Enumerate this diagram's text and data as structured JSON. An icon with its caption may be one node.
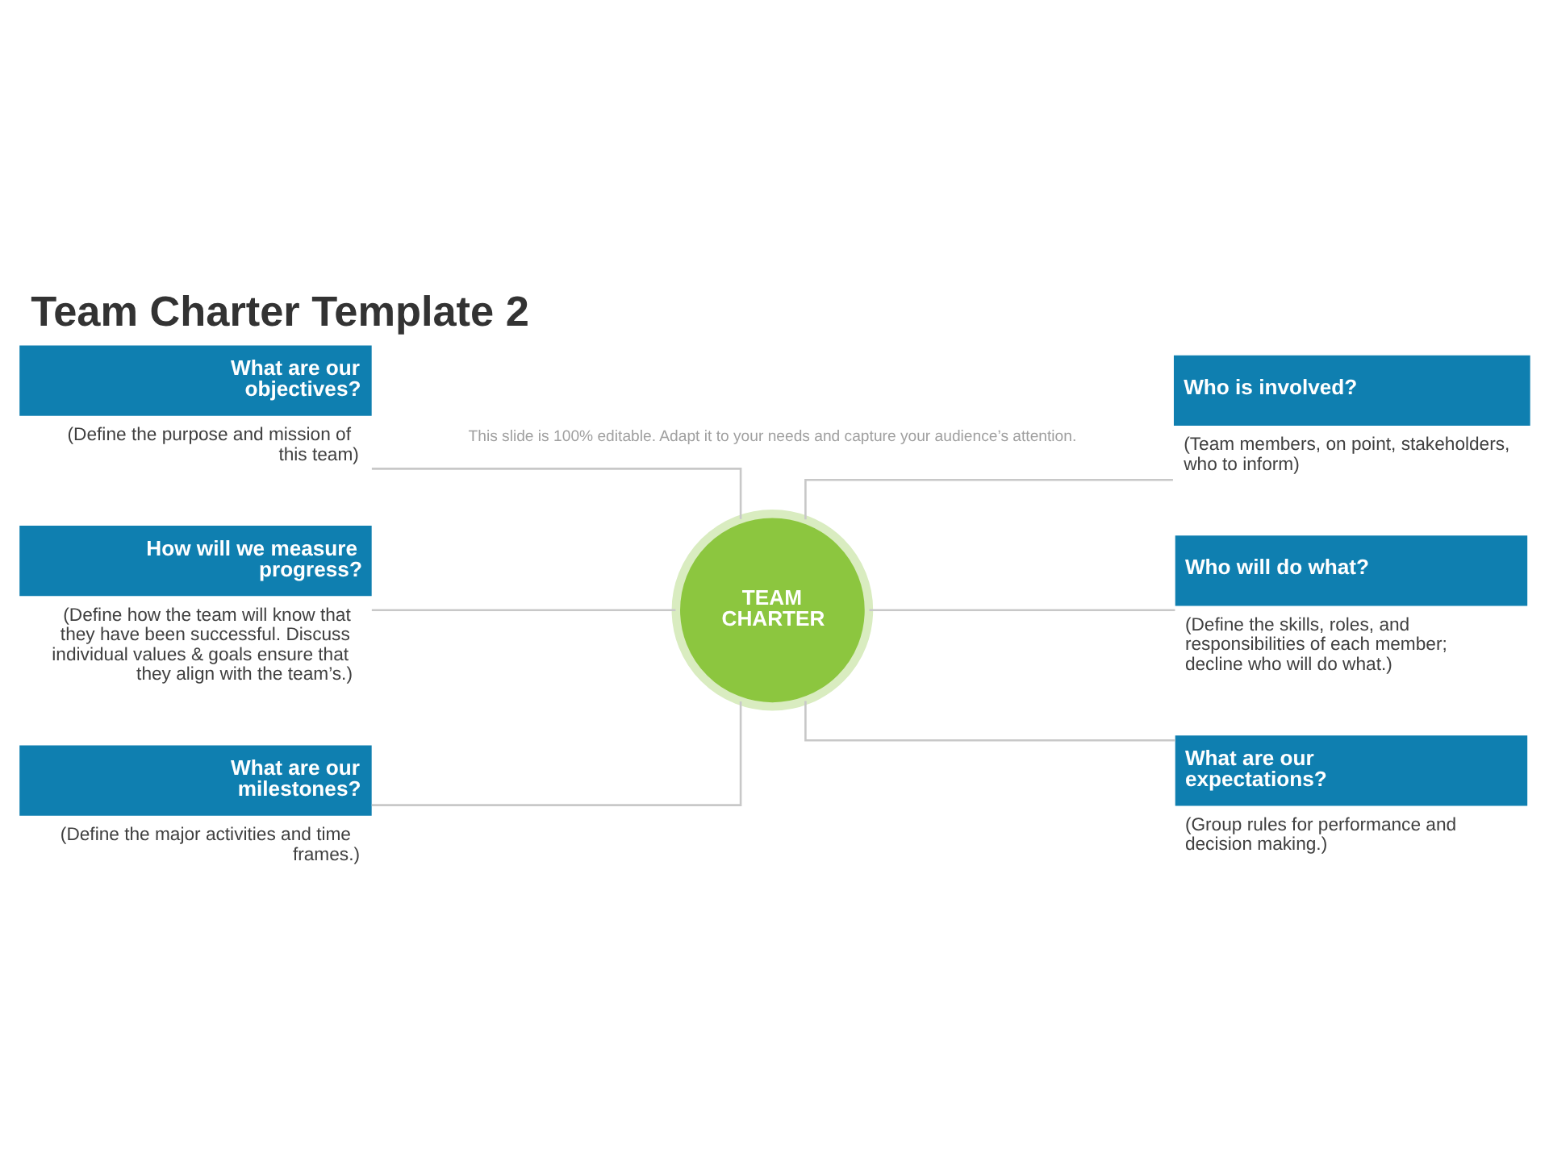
{
  "diagram": {
    "title": "Team Charter Template 2",
    "nodes": [
      {
        "text": [
          "What are our objectives?"
        ],
        "beside": [
          "(Define the purpose and mission of this team)"
        ]
      },
      {
        "text": [
          "Who is involved?"
        ],
        "beside": [
          "(Team members, on point, stakeholders, who to inform)"
        ]
      },
      {
        "text": [
          "How will we measure progress?"
        ],
        "beside": [
          "(Define how the team will know that they have been successful. Discuss individual values & goals ensure that they align with the team’s.)"
        ]
      },
      {
        "text": [
          "TEAM CHARTER"
        ]
      },
      {
        "text": [
          "Who will do what?"
        ],
        "beside": [
          "(Define the skills, roles, and responsibilities of each member; decline who will do what.)"
        ]
      },
      {
        "text": [
          "What are our milestones?"
        ],
        "beside": [
          "(Define the major activities and time frames.)"
        ]
      },
      {
        "text": [
          "What are our expectations?"
        ],
        "beside": [
          "(Group rules for performance and decision making.)"
        ]
      }
    ],
    "edges": [
      {
        "from": 0,
        "to": 3,
        "arrow": "none"
      },
      {
        "from": 3,
        "to": 1,
        "arrow": "none"
      },
      {
        "from": 2,
        "to": 3,
        "arrow": "none"
      },
      {
        "from": 3,
        "to": 4,
        "arrow": "none"
      },
      {
        "from": 5,
        "to": 3,
        "arrow": "none"
      },
      {
        "from": 3,
        "to": 6,
        "arrow": "none"
      }
    ],
    "labels": [
      "This slide is 100% editable. Adapt it to your needs and capture your audience’s attention."
    ]
  }
}
